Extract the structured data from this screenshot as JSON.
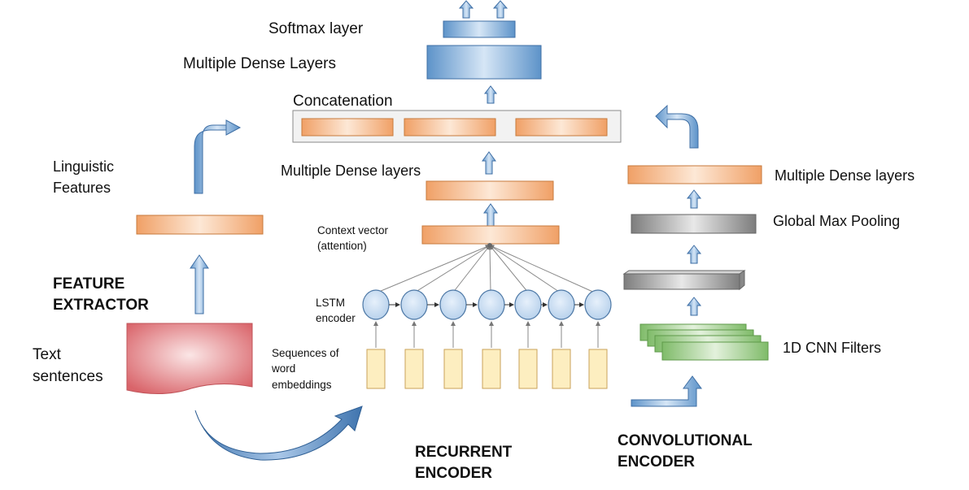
{
  "labels": {
    "softmax": "Softmax layer",
    "dense_top": "Multiple Dense Layers",
    "concatenation": "Concatenation",
    "dense_rnn": "Multiple Dense layers",
    "linguistic_1": "Linguistic",
    "linguistic_2": "Features",
    "context_1": "Context vector",
    "context_2": "(attention)",
    "feature_extractor_1": "FEATURE",
    "feature_extractor_2": "EXTRACTOR",
    "lstm_1": "LSTM",
    "lstm_2": "encoder",
    "text_1": "Text",
    "text_2": "sentences",
    "seq_1": "Sequences of",
    "seq_2": "word",
    "seq_3": "embeddings",
    "dense_cnn": "Multiple Dense layers",
    "global_max_pool": "Global Max Pooling",
    "cnn_filters": "1D CNN Filters",
    "recurrent_1": "RECURRENT",
    "recurrent_2": "ENCODER",
    "convolutional_1": "CONVOLUTIONAL",
    "convolutional_2": "ENCODER"
  },
  "colors": {
    "blue_box": "#6a9fd2",
    "orange_box": "#f1a872",
    "gray_box": "#8f8f8f",
    "green_box": "#8ec47a",
    "pink_doc": "#e07b7f",
    "cream_box": "#fdeec0",
    "lstm_node": "#cde0f4"
  }
}
